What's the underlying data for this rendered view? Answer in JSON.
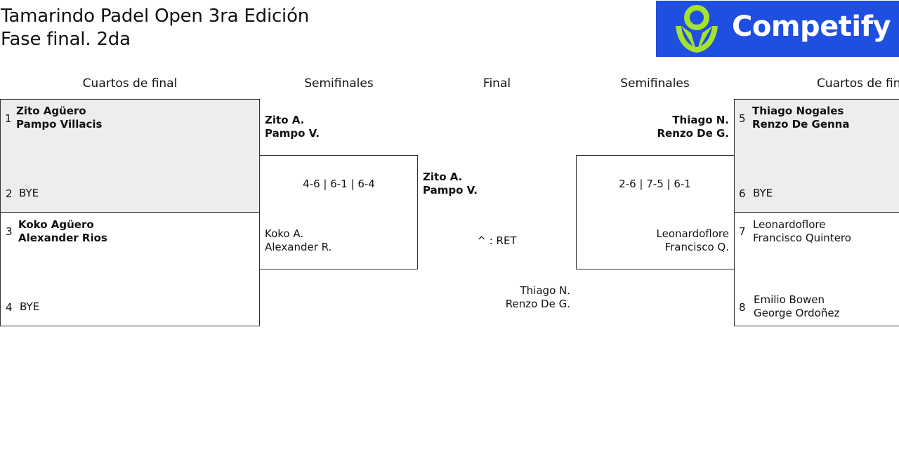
{
  "header": {
    "title_line1": "Tamarindo Padel Open 3ra Edición",
    "title_line2": "Fase final. 2da",
    "logo_text": "Competify",
    "logo_colors": {
      "background": "#1f4fe0",
      "figure": "#a6e22e",
      "text": "#ffffff"
    }
  },
  "rounds": {
    "left_quarters": "Cuartos de final",
    "left_semis": "Semifinales",
    "final": "Final",
    "right_semis": "Semifinales",
    "right_quarters": "Cuartos de fin"
  },
  "left_quarters": [
    {
      "seed": "1",
      "p1": "Zito Agüero",
      "p2": "Pampo Villacis"
    },
    {
      "seed": "2",
      "p1": "BYE"
    },
    {
      "seed": "3",
      "p1": "Koko Agüero",
      "p2": "Alexander Rios"
    },
    {
      "seed": "4",
      "p1": "BYE"
    }
  ],
  "right_quarters": [
    {
      "seed": "5",
      "p1": "Thiago Nogales",
      "p2": "Renzo De Genna"
    },
    {
      "seed": "6",
      "p1": "BYE"
    },
    {
      "seed": "7",
      "p1": "Leonardoflore",
      "p2": "Francisco Quintero"
    },
    {
      "seed": "8",
      "p1": "Emilio Bowen",
      "p2": "George Ordoñez"
    }
  ],
  "left_semis": {
    "top": {
      "p1": "Zito A.",
      "p2": "Pampo V."
    },
    "score": "4-6 | 6-1 | 6-4",
    "bottom": {
      "p1": "Koko A.",
      "p2": "Alexander R."
    }
  },
  "right_semis": {
    "top": {
      "p1": "Thiago N.",
      "p2": "Renzo De G."
    },
    "score": "2-6 | 7-5 | 6-1",
    "bottom": {
      "p1": "Leonardoflore",
      "p2": "Francisco Q."
    }
  },
  "final": {
    "top": {
      "p1": "Zito A.",
      "p2": "Pampo V."
    },
    "note": "^ : RET",
    "bottom": {
      "p1": "Thiago N.",
      "p2": "Renzo De G."
    }
  }
}
